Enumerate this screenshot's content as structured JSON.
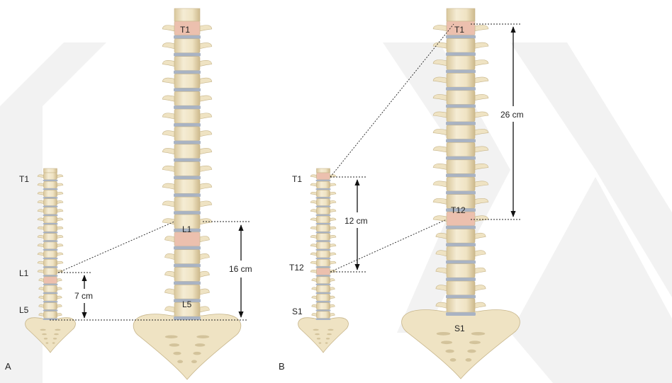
{
  "panel_a": {
    "panel_label": "A",
    "small_spine": {
      "top_label": "T1",
      "mid_label": "L1",
      "bottom_label": "L5"
    },
    "small_measure": "7 cm",
    "large_spine": {
      "top_label": "T1",
      "mid_label": "L1",
      "bottom_label": "L5"
    },
    "large_measure": "16 cm"
  },
  "panel_b": {
    "panel_label": "B",
    "small_spine": {
      "top_label": "T1",
      "mid_label": "T12",
      "bottom_label": "S1"
    },
    "small_measure": "12 cm",
    "large_spine": {
      "top_label": "T1",
      "mid_label": "T12",
      "bottom_label": "S1"
    },
    "large_measure": "26 cm"
  },
  "colors": {
    "bone": "#efe3c3",
    "bone_edge": "#c7b58a",
    "disc": "#a9b3c3",
    "highlight": "#ecc0ae",
    "watermark": "#f0f0f0"
  }
}
